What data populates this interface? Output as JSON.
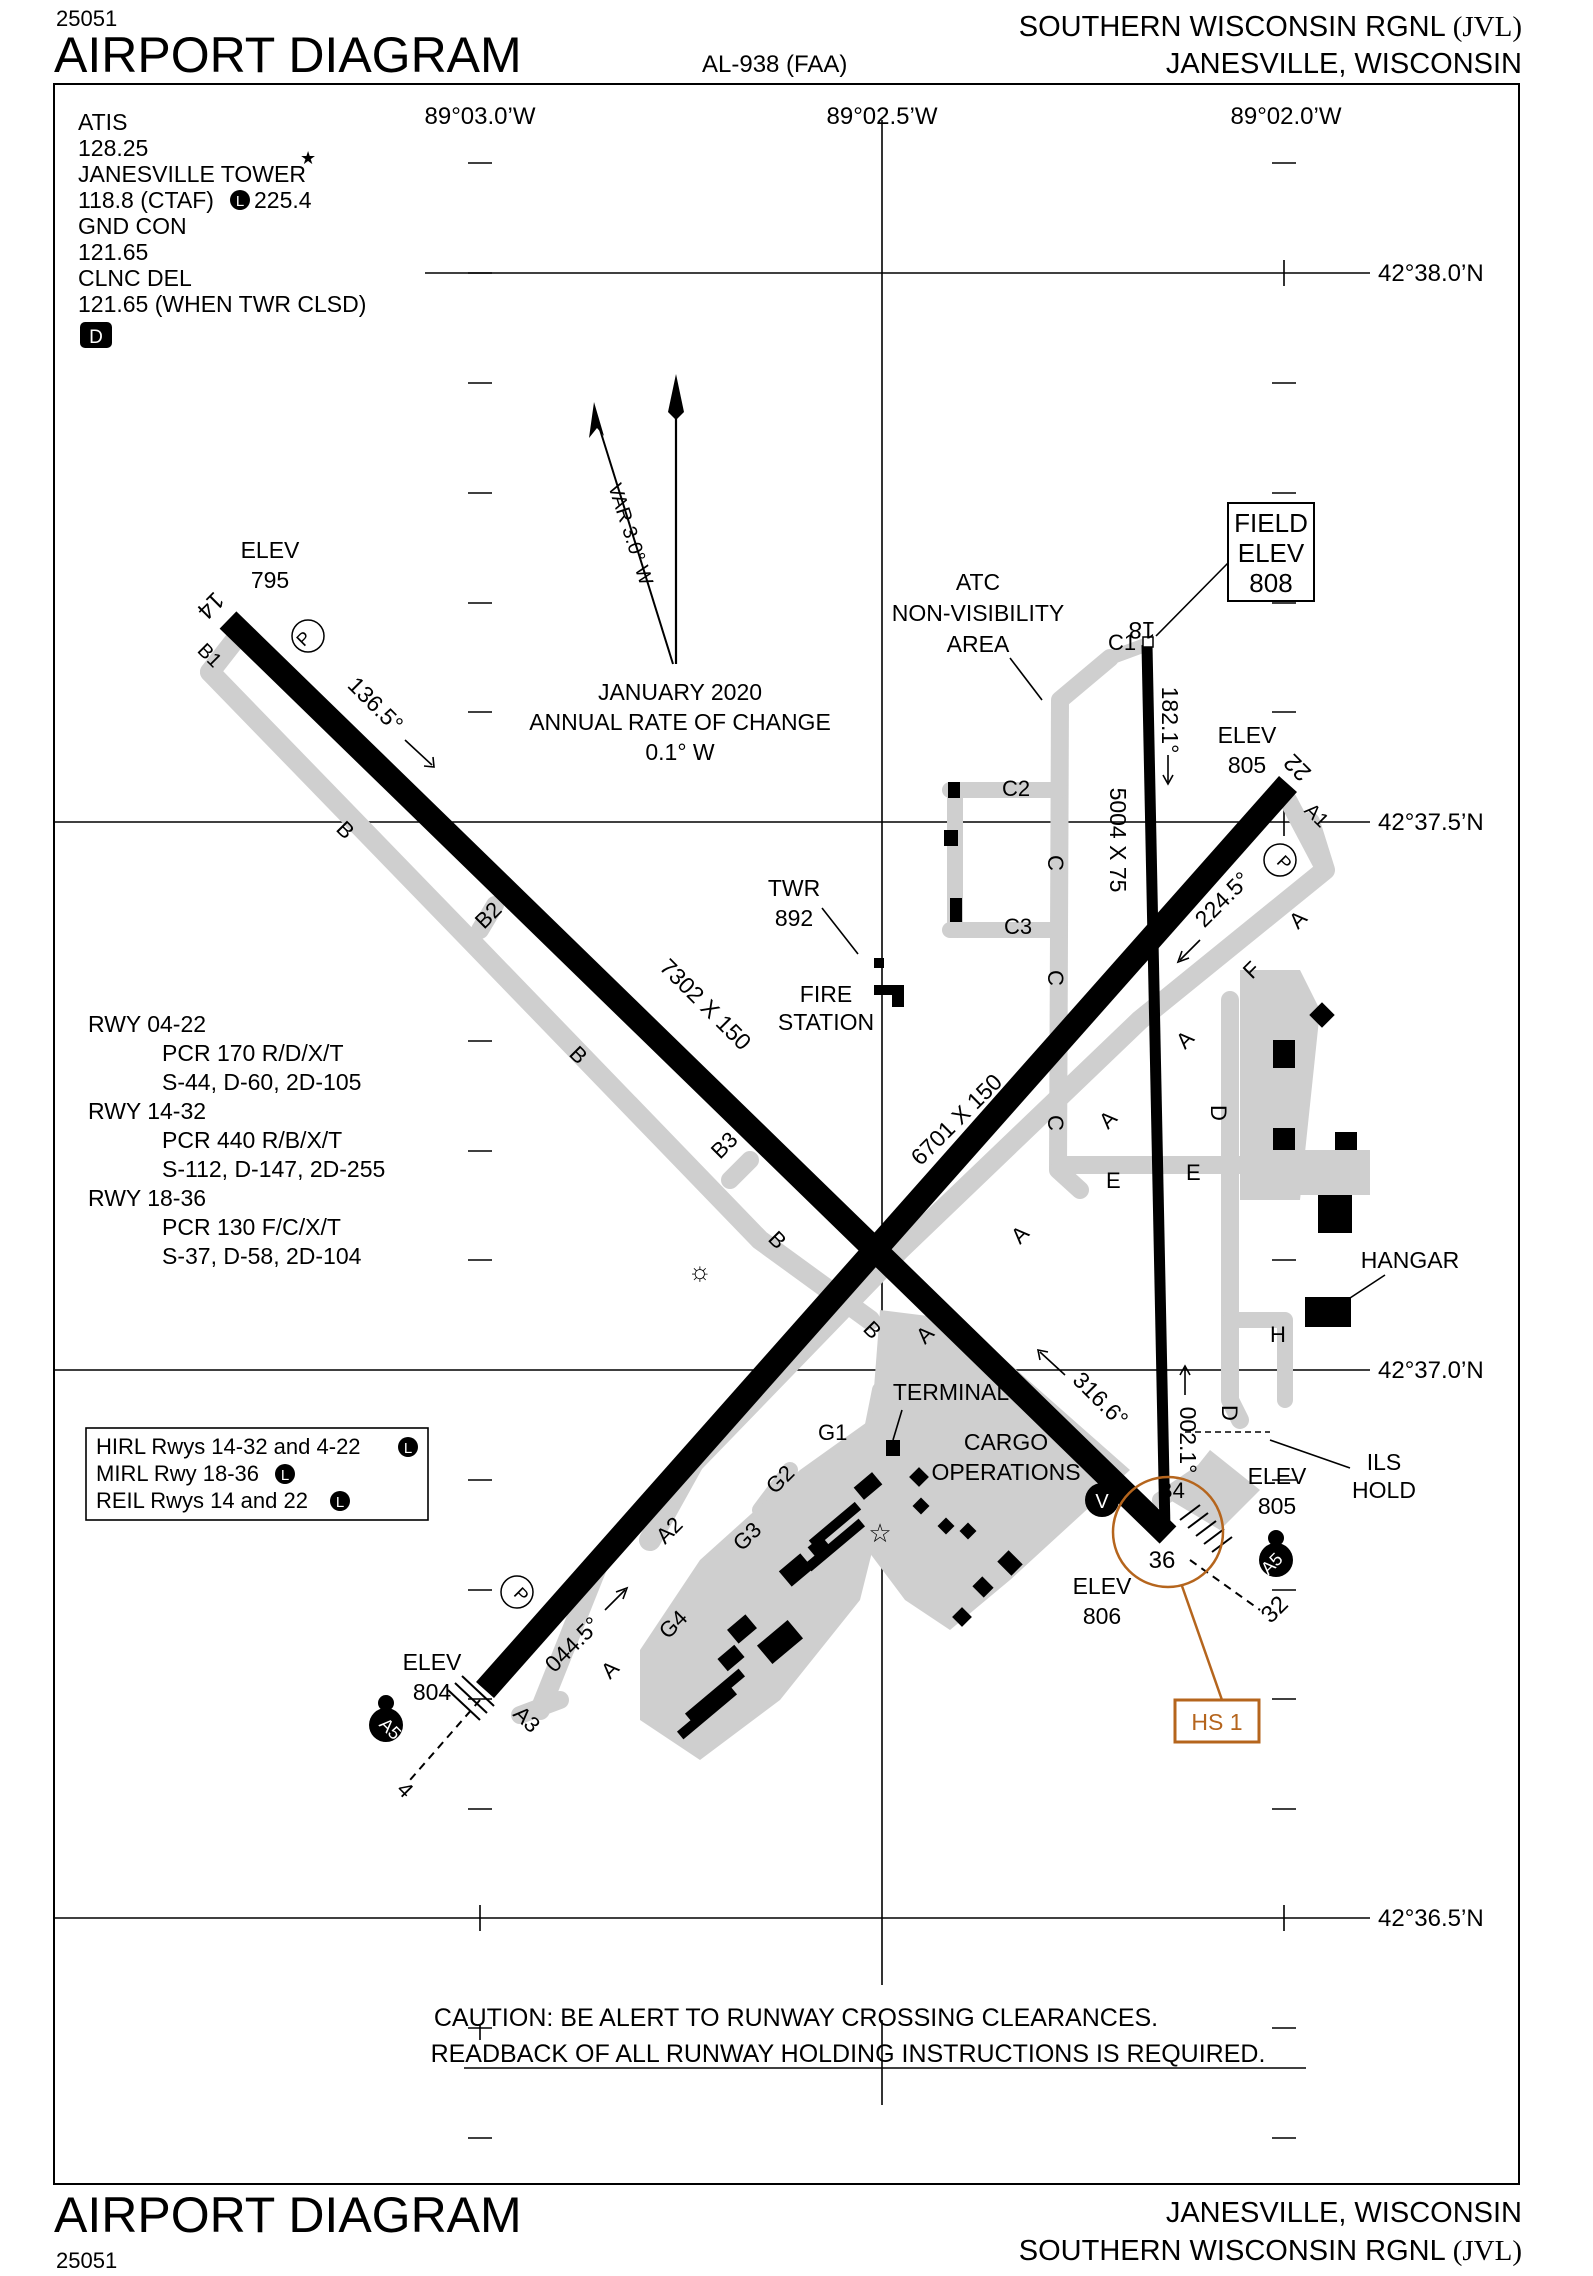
{
  "header": {
    "left_code": "25051",
    "left_title": "AIRPORT DIAGRAM",
    "center_code": "AL-938 (FAA)",
    "airport_name": "SOUTHERN WISCONSIN RGNL",
    "airport_id": "(JVL)",
    "city": "JANESVILLE, WISCONSIN"
  },
  "footer": {
    "left_title": "AIRPORT DIAGRAM",
    "left_code": "25051",
    "city": "JANESVILLE, WISCONSIN",
    "airport_name": "SOUTHERN WISCONSIN RGNL",
    "airport_id": "(JVL)"
  },
  "coords": {
    "lon1": "89°03.0’W",
    "lon2": "89°02.5’W",
    "lon3": "89°02.0’W",
    "lat1": "42°38.0’N",
    "lat2": "42°37.5’N",
    "lat3": "42°37.0’N",
    "lat4": "42°36.5’N"
  },
  "comms": {
    "atis": "ATIS",
    "atis_freq": "128.25",
    "tower": "JANESVILLE TOWER",
    "tower_freq": "118.8 (CTAF)",
    "tower_uhf": "225.4",
    "gnd": "GND CON",
    "gnd_freq": "121.65",
    "clnc": "CLNC DEL",
    "clnc_freq": "121.65 (WHEN TWR CLSD)",
    "badge_d": "D",
    "badge_l": "L"
  },
  "magnetic": {
    "var": "VAR 3.0° W",
    "change1": "JANUARY 2020",
    "change2": "ANNUAL RATE OF CHANGE",
    "change3": "0.1° W"
  },
  "field_elev": {
    "l1": "FIELD",
    "l2": "ELEV",
    "l3": "808"
  },
  "atc_area": {
    "l1": "ATC",
    "l2": "NON-VISIBILITY",
    "l3": "AREA"
  },
  "pcr": {
    "r1": "RWY 04-22",
    "r1a": "PCR 170 R/D/X/T",
    "r1b": "S-44, D-60, 2D-105",
    "r2": "RWY 14-32",
    "r2a": "PCR 440 R/B/X/T",
    "r2b": "S-112, D-147, 2D-255",
    "r3": "RWY 18-36",
    "r3a": "PCR 130 F/C/X/T",
    "r3b": "S-37, D-58, 2D-104"
  },
  "lighting": {
    "l1": "HIRL Rwys 14-32 and 4-22",
    "l2": "MIRL Rwy 18-36",
    "l3": "REIL Rwys 14 and 22"
  },
  "runways": {
    "rwy14": "14",
    "rwy32": "32",
    "rwy18": "18",
    "rwy36": "36",
    "rwy4": "4",
    "rwy22": "22",
    "dim_14_32": "7302 X 150",
    "dim_4_22": "6701 X 150",
    "dim_18_36": "5004 X 75",
    "hdg_136": "136.5°",
    "hdg_316": "316.6°",
    "hdg_182": "182.1°",
    "hdg_002": "002.1°",
    "hdg_224": "224.5°",
    "hdg_044": "044.5°"
  },
  "elevations": {
    "elev": "ELEV",
    "e795": "795",
    "e805a": "805",
    "e805b": "805",
    "e806": "806",
    "e804": "804"
  },
  "taxiways": {
    "B1": "B1",
    "B2": "B2",
    "B3": "B3",
    "B4": "B4",
    "B": "B",
    "A": "A",
    "A1": "A1",
    "A2": "A2",
    "A3": "A3",
    "C": "C",
    "C1": "C1",
    "C2": "C2",
    "C3": "C3",
    "D": "D",
    "E": "E",
    "F": "F",
    "H": "H",
    "G1": "G1",
    "G2": "G2",
    "G3": "G3",
    "G4": "G4",
    "P": "P",
    "V": "V",
    "A5": "A5"
  },
  "facilities": {
    "twr": "TWR",
    "twr_elev": "892",
    "fire1": "FIRE",
    "fire2": "STATION",
    "terminal": "TERMINAL",
    "cargo1": "CARGO",
    "cargo2": "OPERATIONS",
    "hangar": "HANGAR",
    "ils1": "ILS",
    "ils2": "HOLD",
    "hs1": "HS 1"
  },
  "caution": {
    "l1": "CAUTION: BE ALERT TO RUNWAY CROSSING CLEARANCES.",
    "l2": "READBACK OF ALL RUNWAY HOLDING INSTRUCTIONS IS REQUIRED."
  },
  "colors": {
    "hotspot": "#b5651d",
    "taxiway": "#cfcfcf",
    "runway": "#000000"
  }
}
